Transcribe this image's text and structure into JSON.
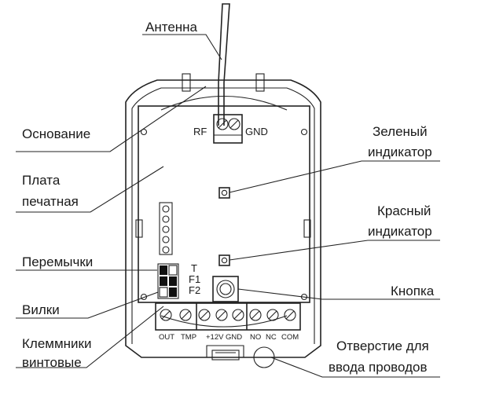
{
  "labels": {
    "antenna": "Антенна",
    "base": "Основание",
    "board_1": "Плата",
    "board_2": "печатная",
    "jumpers": "Перемычки",
    "pins": "Вилки",
    "terminals_1": "Клеммники",
    "terminals_2": "винтовые",
    "green_1": "Зеленый",
    "green_2": "индикатор",
    "red_1": "Красный",
    "red_2": "индикатор",
    "button": "Кнопка",
    "hole_1": "Отверстие для",
    "hole_2": "ввода проводов"
  },
  "board": {
    "rf": "RF",
    "gnd": "GND",
    "t": "T",
    "f1": "F1",
    "f2": "F2"
  },
  "terminal_labels": [
    "OUT",
    "TMP",
    "+12V",
    "GND",
    "NO",
    "NC",
    "COM"
  ]
}
